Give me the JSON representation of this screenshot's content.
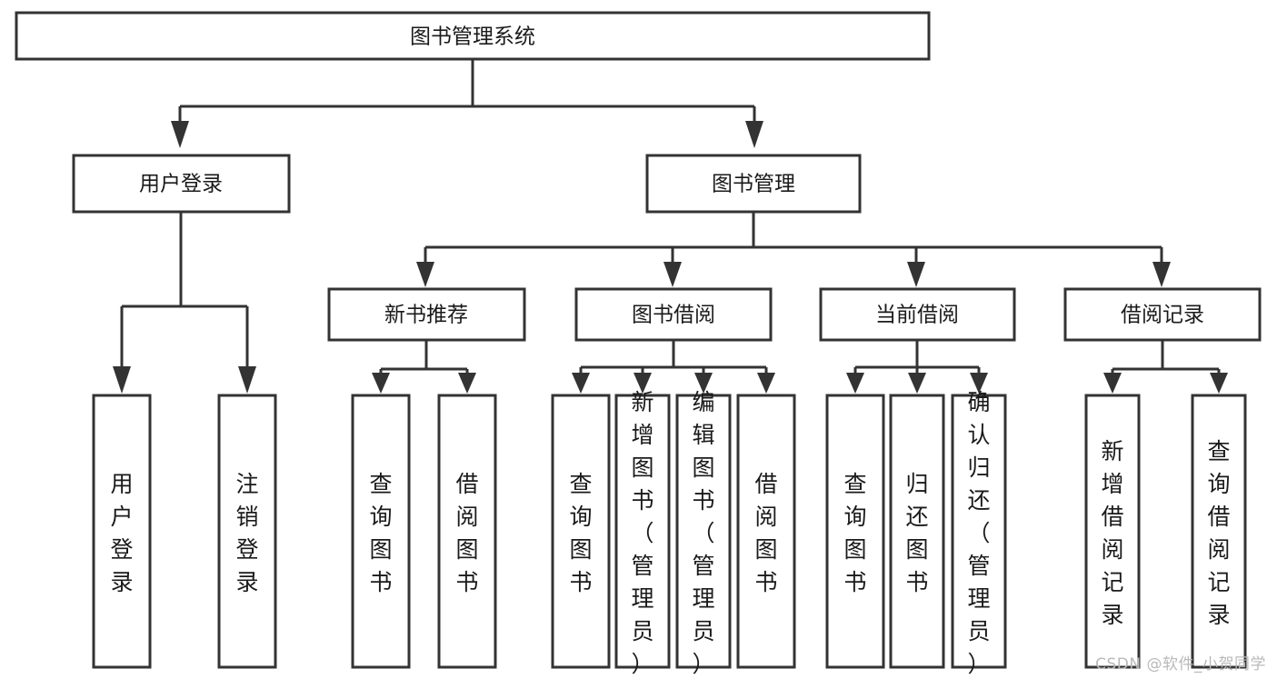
{
  "diagram": {
    "title": "图书管理系统",
    "type": "tree",
    "watermark": "CSDN @软件_小贺同学",
    "style": {
      "box_fill": "#ffffff",
      "box_stroke": "#333333",
      "text_color": "#1a1a1a",
      "background": "#ffffff",
      "watermark_color": "#b9b9b9"
    },
    "levels": [
      {
        "level": 1,
        "nodes": [
          {
            "id": "root",
            "label": "图书管理系统",
            "orientation": "horizontal"
          }
        ]
      },
      {
        "level": 2,
        "nodes": [
          {
            "id": "login",
            "label": "用户登录",
            "orientation": "horizontal",
            "parent": "root"
          },
          {
            "id": "bookmgmt",
            "label": "图书管理",
            "orientation": "horizontal",
            "parent": "root"
          }
        ]
      },
      {
        "level": 3,
        "nodes": [
          {
            "id": "newbook",
            "label": "新书推荐",
            "orientation": "horizontal",
            "parent": "bookmgmt"
          },
          {
            "id": "borrow",
            "label": "图书借阅",
            "orientation": "horizontal",
            "parent": "bookmgmt"
          },
          {
            "id": "current",
            "label": "当前借阅",
            "orientation": "horizontal",
            "parent": "bookmgmt"
          },
          {
            "id": "records",
            "label": "借阅记录",
            "orientation": "horizontal",
            "parent": "bookmgmt"
          }
        ]
      },
      {
        "level": 4,
        "nodes": [
          {
            "id": "leaf1",
            "label": "用户登录",
            "orientation": "vertical",
            "parent": "login"
          },
          {
            "id": "leaf2",
            "label": "注销登录",
            "orientation": "vertical",
            "parent": "login"
          },
          {
            "id": "leaf3",
            "label": "查询图书",
            "orientation": "vertical",
            "parent": "newbook"
          },
          {
            "id": "leaf4",
            "label": "借阅图书",
            "orientation": "vertical",
            "parent": "newbook"
          },
          {
            "id": "leaf5",
            "label": "查询图书",
            "orientation": "vertical",
            "parent": "borrow"
          },
          {
            "id": "leaf6",
            "label": "新增图书（管理员）",
            "orientation": "vertical",
            "parent": "borrow"
          },
          {
            "id": "leaf7",
            "label": "编辑图书（管理员）",
            "orientation": "vertical",
            "parent": "borrow"
          },
          {
            "id": "leaf8",
            "label": "借阅图书",
            "orientation": "vertical",
            "parent": "borrow"
          },
          {
            "id": "leaf9",
            "label": "查询图书",
            "orientation": "vertical",
            "parent": "current"
          },
          {
            "id": "leaf10",
            "label": "归还图书",
            "orientation": "vertical",
            "parent": "current"
          },
          {
            "id": "leaf11",
            "label": "确认归还（管理员）",
            "orientation": "vertical",
            "parent": "current"
          },
          {
            "id": "leaf12",
            "label": "新增借阅记录",
            "orientation": "vertical",
            "parent": "records"
          },
          {
            "id": "leaf13",
            "label": "查询借阅记录",
            "orientation": "vertical",
            "parent": "records"
          }
        ]
      }
    ]
  }
}
